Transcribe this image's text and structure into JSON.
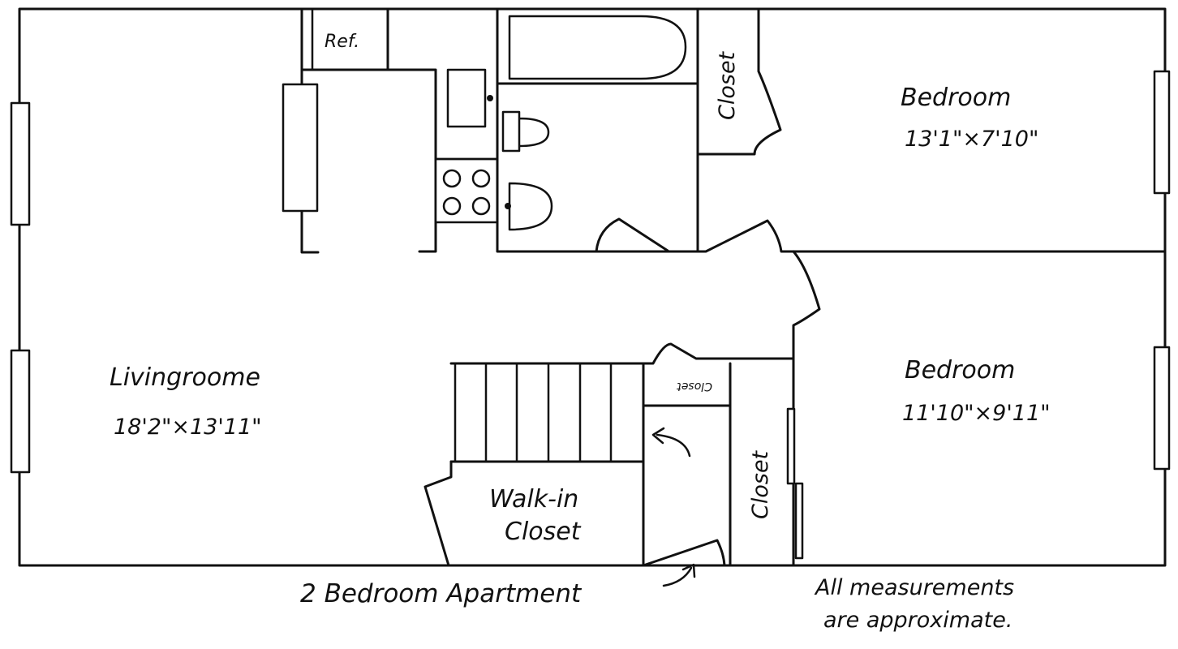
{
  "title": "2 Bedroom Apartment",
  "note": [
    "All measurements",
    "are approximate."
  ],
  "rooms": {
    "livingroom": {
      "name": "Livingroome",
      "size": "18'2\"×13'11\""
    },
    "bedroom_top": {
      "name": "Bedroom",
      "size": "13'1\"×7'10\""
    },
    "bedroom_bottom": {
      "name": "Bedroom",
      "size": "11'10\"×9'11\""
    },
    "walkin_closet": {
      "name": [
        "Walk-in",
        "Closet"
      ]
    }
  },
  "closets": {
    "top": "Closet",
    "middle": "Closet",
    "small": "Closet"
  },
  "fixtures": {
    "refrigerator": "Ref."
  }
}
